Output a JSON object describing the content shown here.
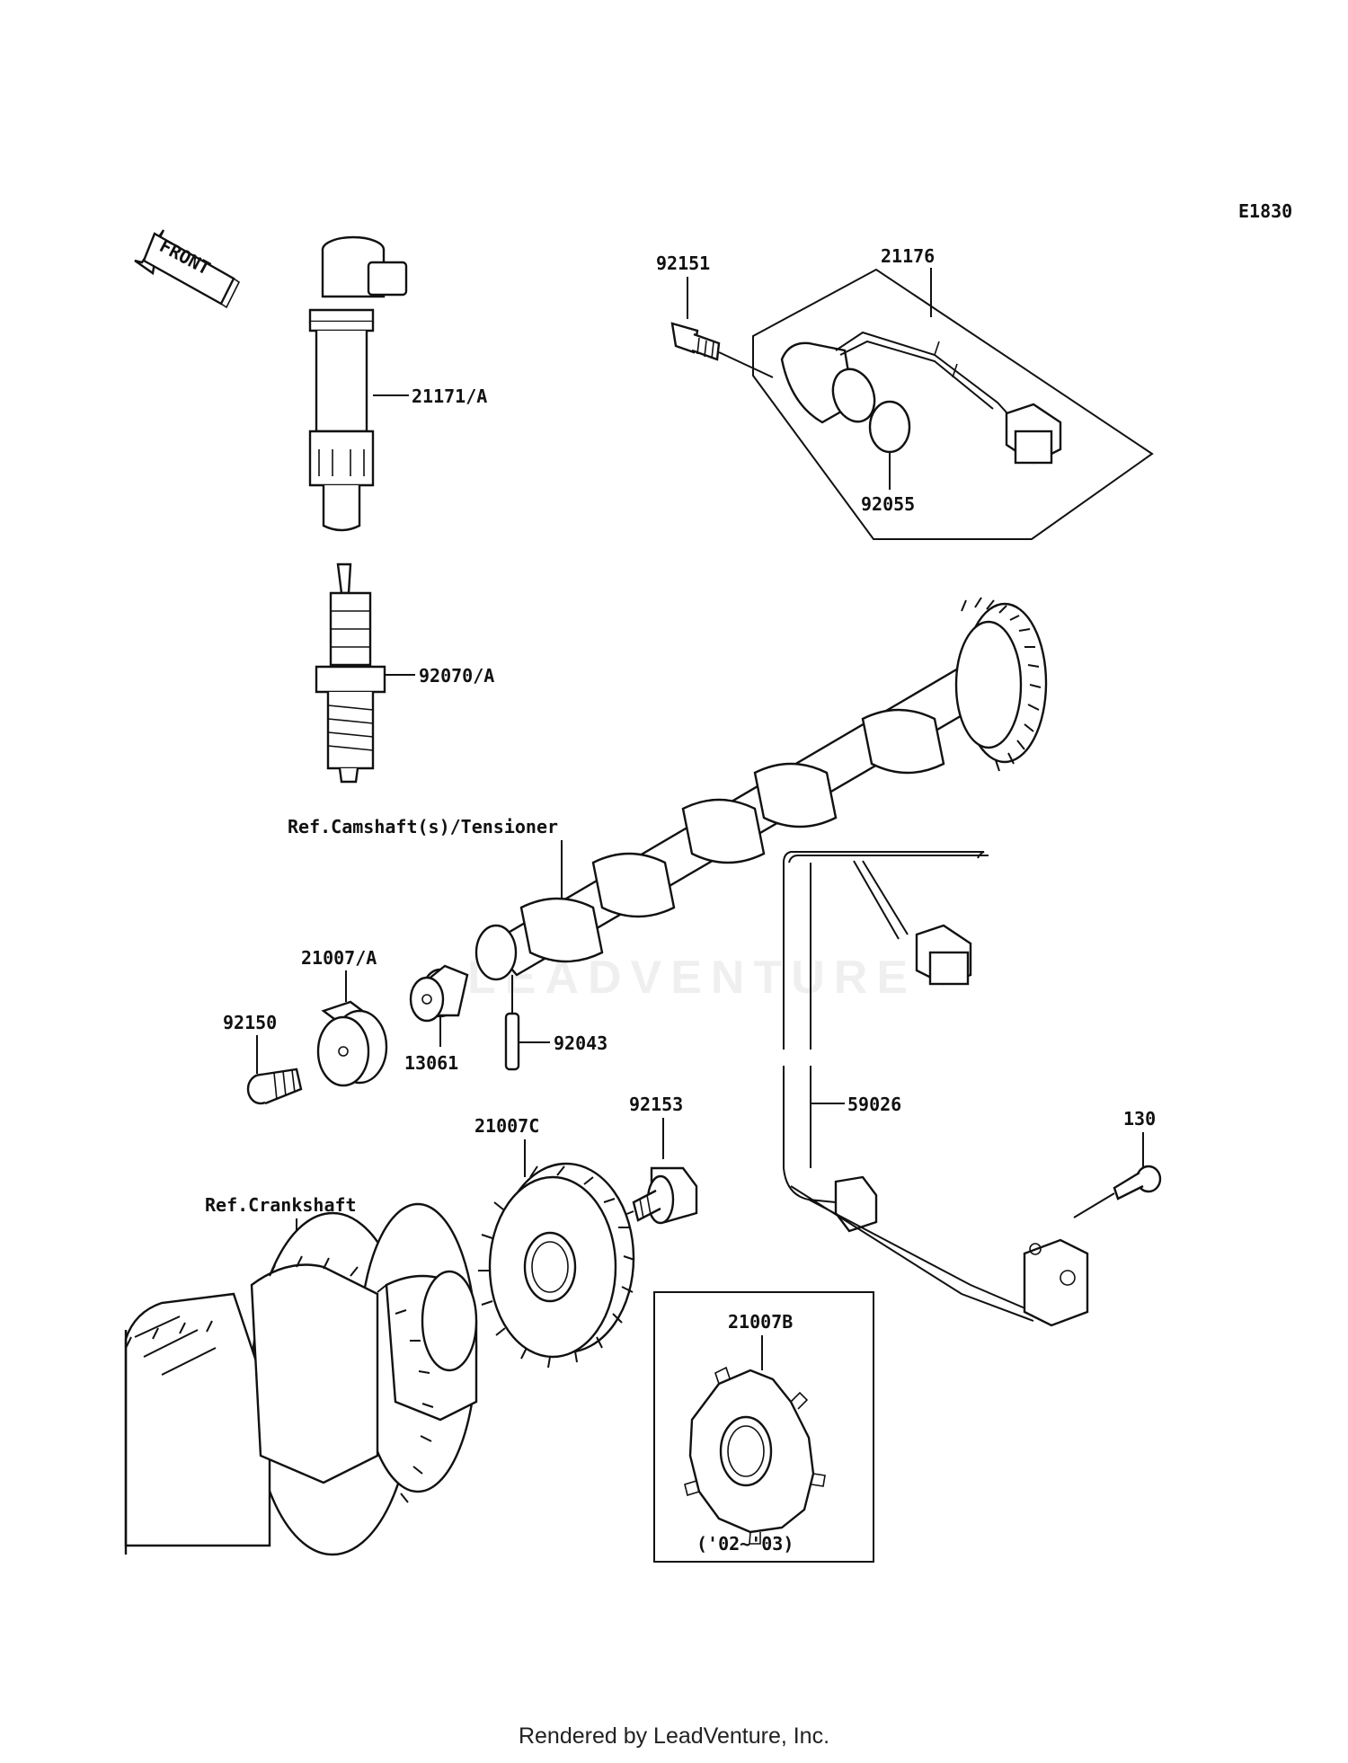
{
  "diagram_code": "E1830",
  "front_label": "FRONT",
  "callouts": {
    "p21171A": "21171/A",
    "p92070A": "92070/A",
    "p92151": "92151",
    "p21176": "21176",
    "p92055": "92055",
    "ref_camshaft": "Ref.Camshaft(s)/Tensioner",
    "p21007A": "21007/A",
    "p92150": "92150",
    "p13061": "13061",
    "p92043": "92043",
    "p59026": "59026",
    "p130": "130",
    "p92153": "92153",
    "p21007C": "21007C",
    "ref_crankshaft": "Ref.Crankshaft",
    "p21007B": "21007B",
    "years": "('02~'03)"
  },
  "watermark": "LEADVENTURE",
  "footer": "Rendered by LeadVenture, Inc."
}
